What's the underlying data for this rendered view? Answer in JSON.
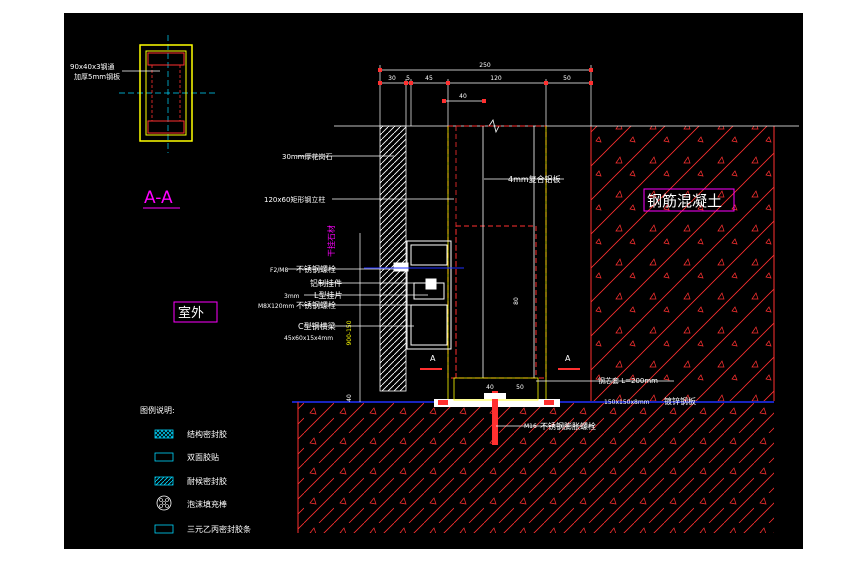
{
  "colors": {
    "background": "#000000",
    "frame": "#ffffff",
    "red": "#ff2020",
    "yellow": "#ffff00",
    "white": "#ffffff",
    "magenta": "#ff00ff",
    "cyan": "#00d8ff",
    "blue": "#2030ff",
    "concrete_hatch": "#ff3030"
  },
  "section_view": {
    "title": "A-A",
    "spec_line1": "90x40x3钢通",
    "spec_line2": "加厚5mm钢板"
  },
  "dimensions": {
    "overall": "250",
    "segments": [
      "30",
      "5",
      "45",
      "120",
      "50"
    ],
    "inner_40": "40",
    "vertical_80": "80",
    "bottom_40": "40",
    "bottom_50": "50"
  },
  "labels": {
    "granite": "30mm厚花岗石",
    "composite_board": "4mm复合铝板",
    "steel_column": "120x60矩形钢立柱",
    "stainless_bolt_1": "不锈钢螺栓",
    "aluminum_hanger": "铝制挂件",
    "angle_piece": "L型挂片",
    "stainless_bolt_2": "不锈钢螺栓",
    "c_steel_beam": "C型钢横梁",
    "c_steel_spec": "45x60x15x4mm",
    "bolt_spec_1": "F2/M8",
    "bolt_spec_2": "M8X120mm",
    "angle_spec": "3mm",
    "vertical_side_label": "干挂石材",
    "vertical_dim_label": "900-150",
    "outdoor": "室外",
    "concrete": "钢筋混凝土",
    "section_mark_left": "A",
    "section_mark_right": "A",
    "steel_sleeve": "钢芯套  L=200mm",
    "embed_plate_spec": "150x150x8mm",
    "embed_plate": "镀锌钢板",
    "anchor_spec": "M16",
    "anchor_bolt": "不锈钢膨胀螺栓"
  },
  "legend": {
    "title": "图例说明:",
    "items": [
      {
        "label": "结构密封胶",
        "icon": "crosshatch-swatch"
      },
      {
        "label": "双面胶贴",
        "icon": "empty-swatch"
      },
      {
        "label": "耐候密封胶",
        "icon": "diagonal-hatch-swatch"
      },
      {
        "label": "泡沫填充棒",
        "icon": "foam-rod-circle"
      },
      {
        "label": "三元乙丙密封胶条",
        "icon": "empty-swatch"
      }
    ]
  }
}
